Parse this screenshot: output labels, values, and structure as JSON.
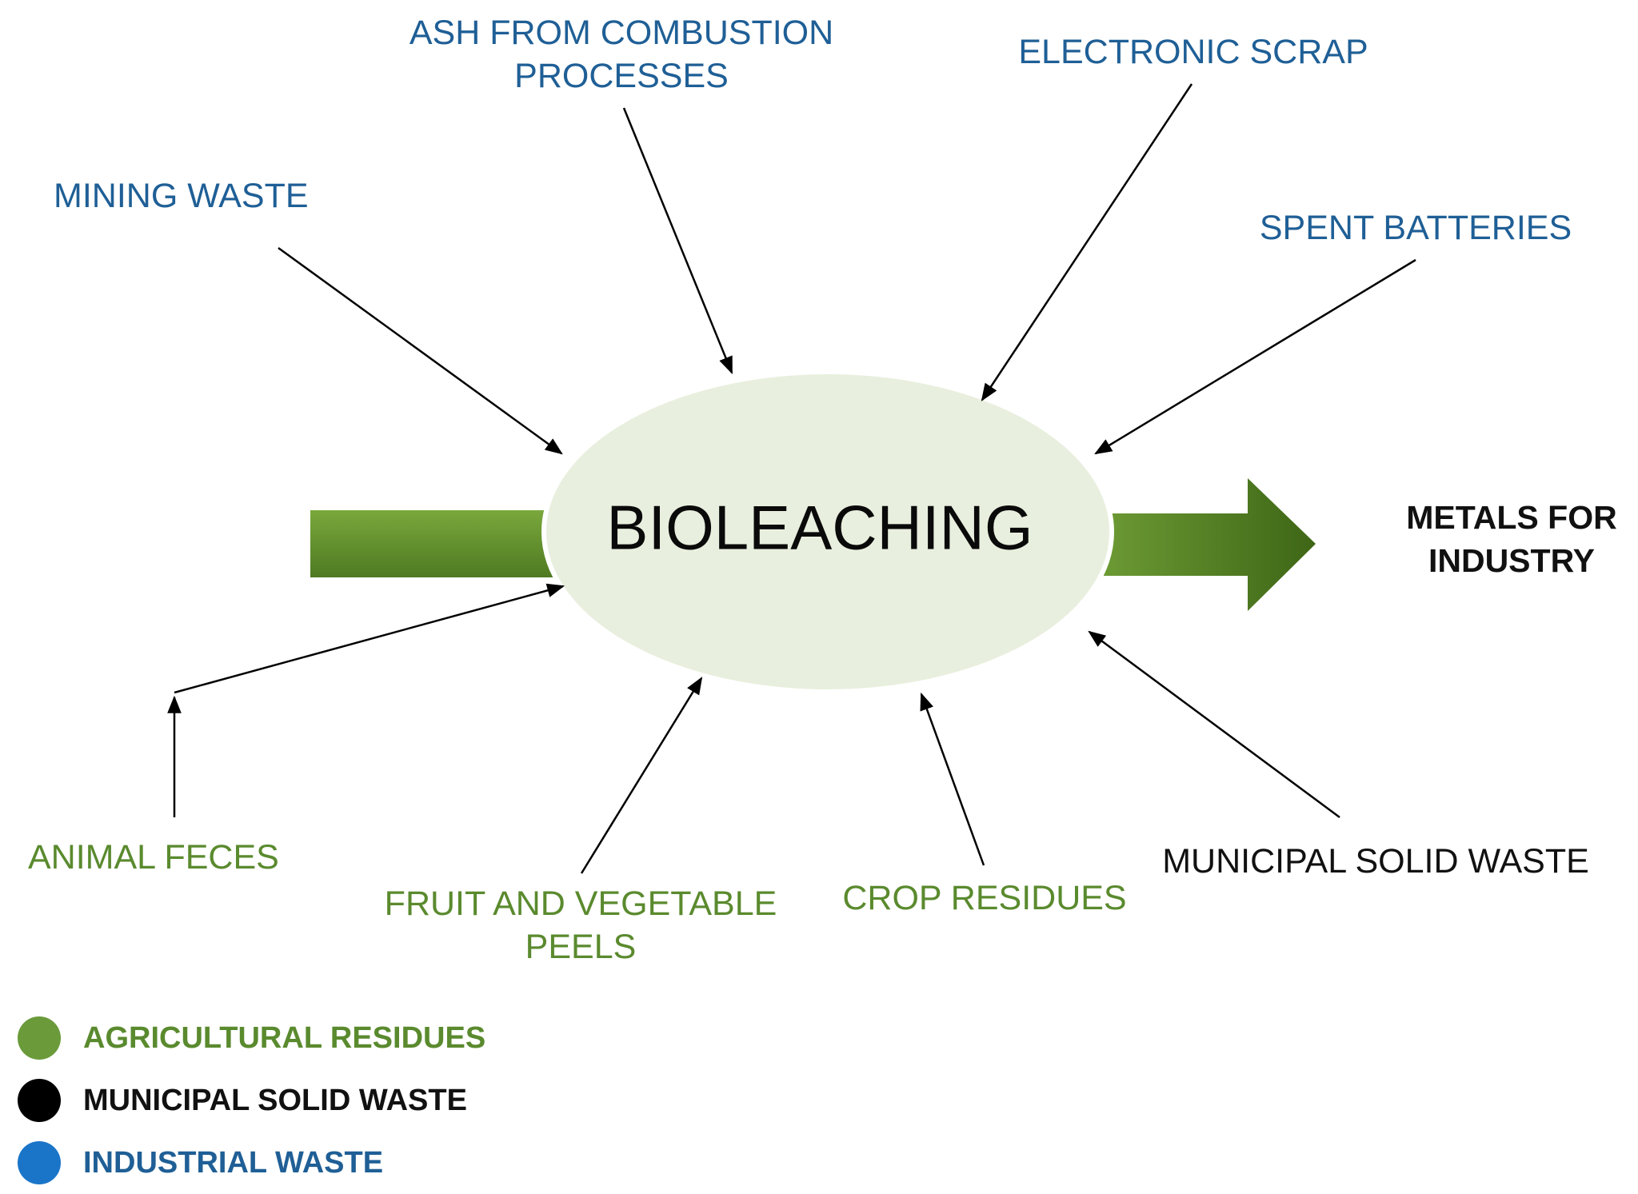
{
  "center": {
    "label": "BIOLEACHING"
  },
  "output": {
    "line1": "METALS FOR",
    "line2": "INDUSTRY"
  },
  "sources": {
    "ash": {
      "line1": "ASH FROM COMBUSTION",
      "line2": "PROCESSES",
      "category": "industrial"
    },
    "electronic": {
      "label": "ELECTRONIC SCRAP",
      "category": "industrial"
    },
    "mining": {
      "label": "MINING WASTE",
      "category": "industrial"
    },
    "batteries": {
      "label": "SPENT BATTERIES",
      "category": "industrial"
    },
    "animal": {
      "label": "ANIMAL FECES",
      "category": "agricultural"
    },
    "fruit": {
      "line1": "FRUIT AND VEGETABLE",
      "line2": "PEELS",
      "category": "agricultural"
    },
    "crop": {
      "label": "CROP RESIDUES",
      "category": "agricultural"
    },
    "municipal": {
      "label": "MUNICIPAL SOLID WASTE",
      "category": "municipal"
    }
  },
  "legend": [
    {
      "label": "AGRICULTURAL RESIDUES",
      "color": "#6a9a3a"
    },
    {
      "label": "MUNICIPAL SOLID WASTE",
      "color": "#000000"
    },
    {
      "label": "INDUSTRIAL WASTE",
      "color": "#1a75c9"
    }
  ],
  "colors": {
    "industrial_text": "#1f5f96",
    "agricultural_text": "#5a8a2e",
    "municipal_text": "#111111",
    "ellipse_fill": "#e8efde",
    "flow_arrow": "#5c8d2c"
  }
}
